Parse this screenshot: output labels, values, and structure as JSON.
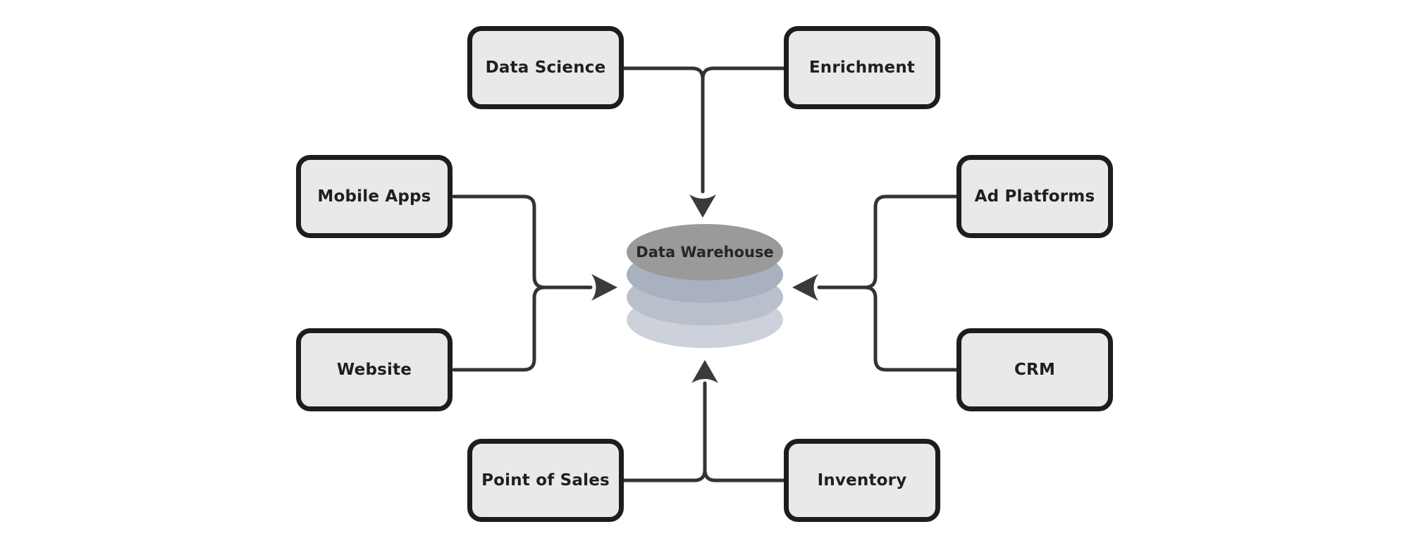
{
  "diagram": {
    "nodes": {
      "data_science": {
        "label": "Data Science"
      },
      "enrichment": {
        "label": "Enrichment"
      },
      "mobile_apps": {
        "label": "Mobile Apps"
      },
      "website": {
        "label": "Website"
      },
      "ad_platforms": {
        "label": "Ad Platforms"
      },
      "crm": {
        "label": "CRM"
      },
      "point_of_sales": {
        "label": "Point of Sales"
      },
      "inventory": {
        "label": "Inventory"
      },
      "warehouse": {
        "label": "Data Warehouse"
      }
    },
    "edges": [
      {
        "from": "Data Science",
        "to": "Data Warehouse"
      },
      {
        "from": "Enrichment",
        "to": "Data Warehouse"
      },
      {
        "from": "Mobile Apps",
        "to": "Data Warehouse"
      },
      {
        "from": "Website",
        "to": "Data Warehouse"
      },
      {
        "from": "Ad Platforms",
        "to": "Data Warehouse"
      },
      {
        "from": "CRM",
        "to": "Data Warehouse"
      },
      {
        "from": "Point of Sales",
        "to": "Data Warehouse"
      },
      {
        "from": "Inventory",
        "to": "Data Warehouse"
      }
    ],
    "colors": {
      "background": "#ffffff",
      "box_fill": "#e9e9e9",
      "box_border": "#1d1d1d",
      "box_text": "#1f1f1f",
      "connector": "#333333",
      "arrow": "#3a3a3a",
      "cyl_top": "#9a9a9a",
      "cyl_band2": "#a9b1c0",
      "cyl_band3": "#b9c0cb",
      "cyl_band4": "#cdd2da",
      "cyl_text": "#262626"
    }
  }
}
